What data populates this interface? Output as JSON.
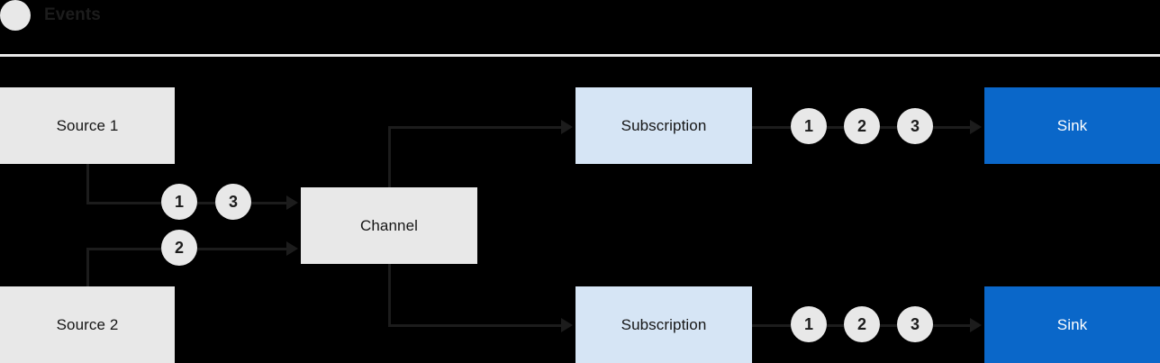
{
  "legend": {
    "swatch_icon": "event-circle-icon",
    "label": "Events",
    "swatch_color": "#e8e8e8"
  },
  "colors": {
    "background": "#000000",
    "source_fill": "#e8e8e8",
    "channel_fill": "#e8e8e8",
    "subscription_fill": "#d6e5f5",
    "sink_fill": "#0a67c9",
    "sink_text": "#ffffff",
    "line": "#1c1c1c",
    "divider": "#e8e8e8",
    "text": "#161616"
  },
  "nodes": {
    "source1": "Source 1",
    "source2": "Source 2",
    "channel": "Channel",
    "subscription1": "Subscription",
    "subscription2": "Subscription",
    "sink1": "Sink",
    "sink2": "Sink"
  },
  "events": {
    "source1_to_channel": [
      "1",
      "3"
    ],
    "source2_to_channel": [
      "2"
    ],
    "subscription1_to_sink1": [
      "1",
      "2",
      "3"
    ],
    "subscription2_to_sink2": [
      "1",
      "2",
      "3"
    ]
  }
}
